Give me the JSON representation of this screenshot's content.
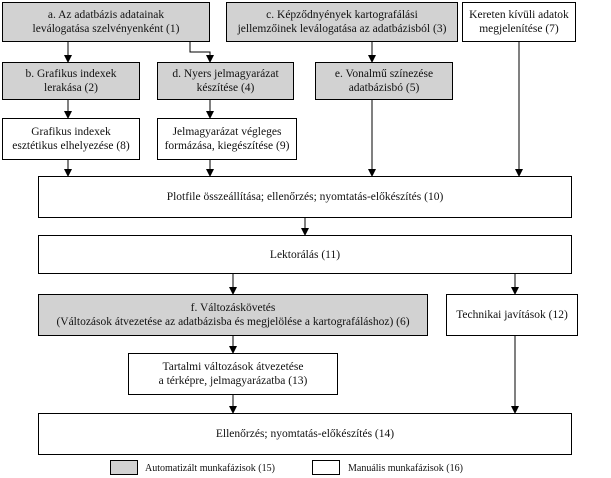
{
  "colors": {
    "automatic": "#d2d2d2",
    "manual": "#ffffff",
    "line": "#000000"
  },
  "boxes": {
    "a": {
      "line1": "a. Az adatbázis adatainak",
      "line2": "leválogatása szelvényenként (1)"
    },
    "c": {
      "line1": "c. Képződnyények kartografálási",
      "line2": "jellemzőinek leválogatása az adatbázisból (3)"
    },
    "k": {
      "line1": "Kereten kívüli adatok",
      "line2": "megjelenítése (7)"
    },
    "b": {
      "line1": "b. Grafikus indexek",
      "line2": "lerakása (2)"
    },
    "d": {
      "line1": "d. Nyers jelmagyarázat",
      "line2": "készítése (4)"
    },
    "e": {
      "line1": "e. Vonalmű színezése",
      "line2": "adatbázisbó (5)"
    },
    "g8": {
      "line1": "Grafikus indexek",
      "line2": "esztétikus elhelyezése (8)"
    },
    "j9": {
      "line1": "Jelmagyarázat végleges",
      "line2": "formázása, kiegészítése (9)"
    },
    "p10": {
      "line1": "Plotfile összeállítása; ellenőrzés; nyomtatás-előkészítés (10)"
    },
    "l11": {
      "line1": "Lektorálás (11)"
    },
    "f6": {
      "line1": "f. Változáskövetés",
      "line2": "(Változások átvezetése az adatbázisba és megjelölése a  kartografáláshoz) (6)"
    },
    "t12": {
      "line1": "Technikai javítások (12)"
    },
    "t13": {
      "line1": "Tartalmi változások átvezetése",
      "line2": "a térképre, jelmagyarázatba (13)"
    },
    "e14": {
      "line1": "Ellenőrzés; nyomtatás-előkészítés (14)"
    }
  },
  "legend": {
    "automatic": "Automatizált munkafázisok (15)",
    "manual": "Manuális munkafázisok (16)"
  }
}
